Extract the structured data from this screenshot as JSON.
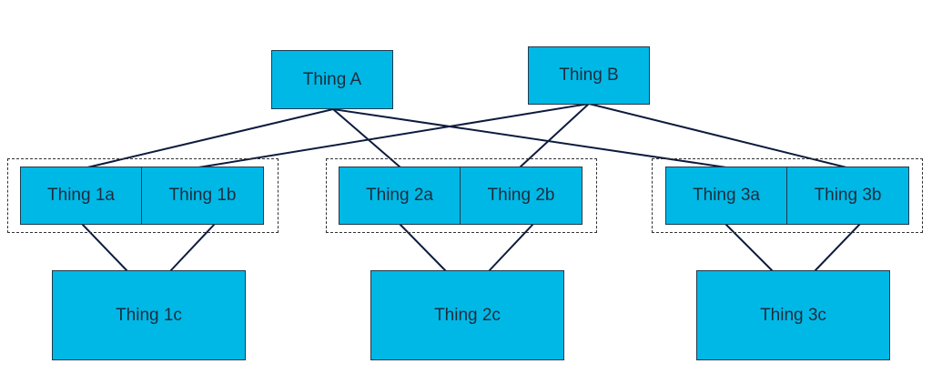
{
  "colors": {
    "node_fill": "#00b8e6",
    "connector": "#0d1b3e",
    "text": "#1e2d3d"
  },
  "top_nodes": {
    "a": "Thing A",
    "b": "Thing B"
  },
  "groups": [
    {
      "left": "Thing 1a",
      "right": "Thing 1b",
      "bottom": "Thing 1c"
    },
    {
      "left": "Thing 2a",
      "right": "Thing 2b",
      "bottom": "Thing 2c"
    },
    {
      "left": "Thing 3a",
      "right": "Thing 3b",
      "bottom": "Thing 3c"
    }
  ]
}
